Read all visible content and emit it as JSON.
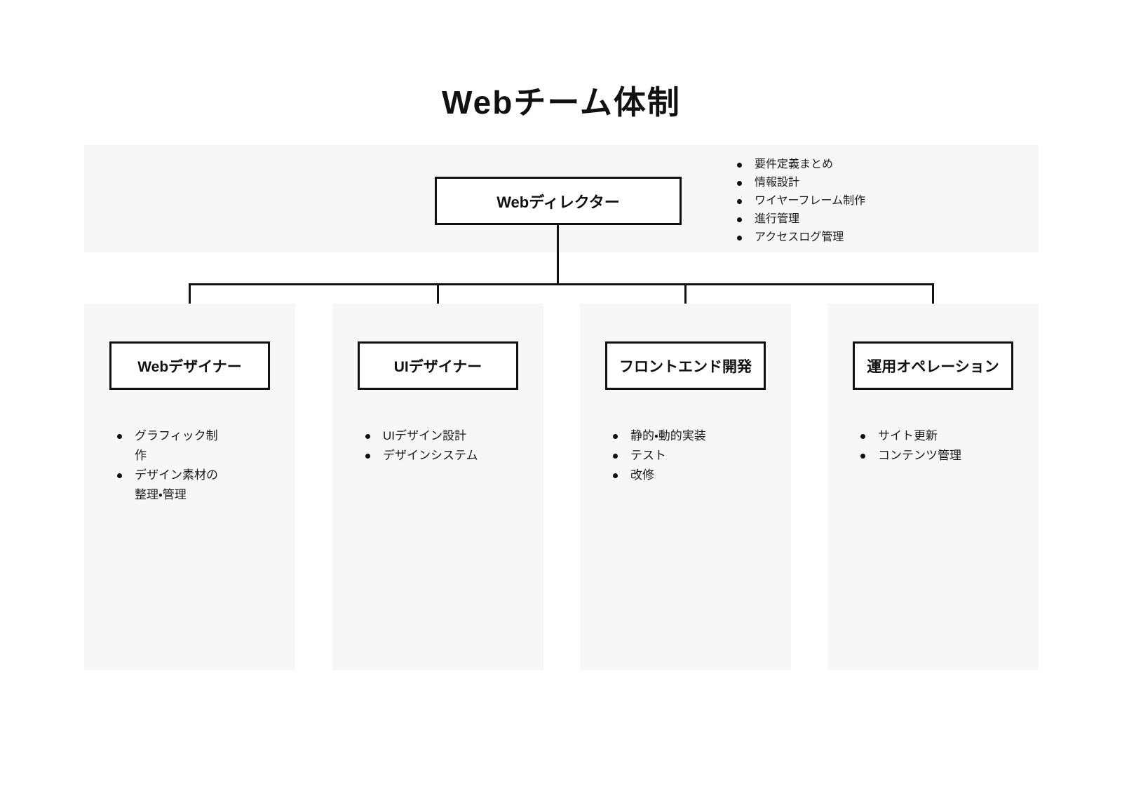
{
  "title": "Webチーム体制",
  "colors": {
    "panel_bg": "#f7f7f7",
    "line": "#111111",
    "node_bg": "#ffffff",
    "node_border": "#111111",
    "text": "#1a1a1a"
  },
  "root": {
    "label": "Webディレクター",
    "tasks": [
      "要件定義まとめ",
      "情報設計",
      "ワイヤーフレーム制作",
      "進行管理",
      "アクセスログ管理"
    ]
  },
  "teams": [
    {
      "label": "Webデザイナー",
      "tasks": [
        "グラフィック制作",
        "デザイン素材の整理・管理"
      ]
    },
    {
      "label": "UIデザイナー",
      "tasks": [
        "UIデザイン設計",
        "デザインシステム"
      ]
    },
    {
      "label": "フロントエンド開発",
      "tasks": [
        "静的・動的実装",
        "テスト",
        "改修"
      ]
    },
    {
      "label": "運用オペレーション",
      "tasks": [
        "サイト更新",
        "コンテンツ管理"
      ]
    }
  ]
}
